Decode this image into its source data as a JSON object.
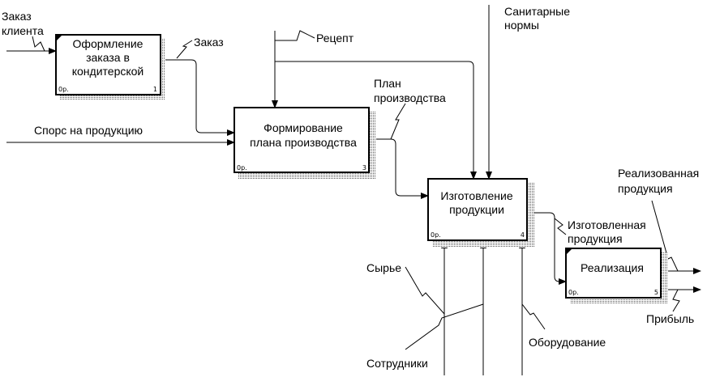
{
  "diagram": {
    "activities": [
      {
        "number": "1",
        "cost": "0р.",
        "title_lines": [
          "Оформление",
          "заказа в",
          "кондитерской"
        ]
      },
      {
        "number": "3",
        "cost": "0р.",
        "title_lines": [
          "Формирование",
          "плана производства"
        ]
      },
      {
        "number": "4",
        "cost": "0р.",
        "title_lines": [
          "Изготовление",
          "продукции"
        ]
      },
      {
        "number": "5",
        "cost": "0р.",
        "title_lines": [
          "Реализация"
        ]
      }
    ],
    "arrows": {
      "order_client": [
        "Заказ",
        "клиента"
      ],
      "order": [
        "Заказ"
      ],
      "demand": [
        "Спорс на продукцию"
      ],
      "recipe": [
        "Рецепт"
      ],
      "sanitary": [
        "Санитарные",
        "нормы"
      ],
      "plan": [
        "План",
        "производства"
      ],
      "made": [
        "Изготовленная",
        "продукция"
      ],
      "sold": [
        "Реализованная",
        "продукция"
      ],
      "profit": [
        "Прибыль"
      ],
      "raw": [
        "Сырье"
      ],
      "staff": [
        "Сотрудники"
      ],
      "equipment": [
        "Оборудование"
      ]
    }
  }
}
